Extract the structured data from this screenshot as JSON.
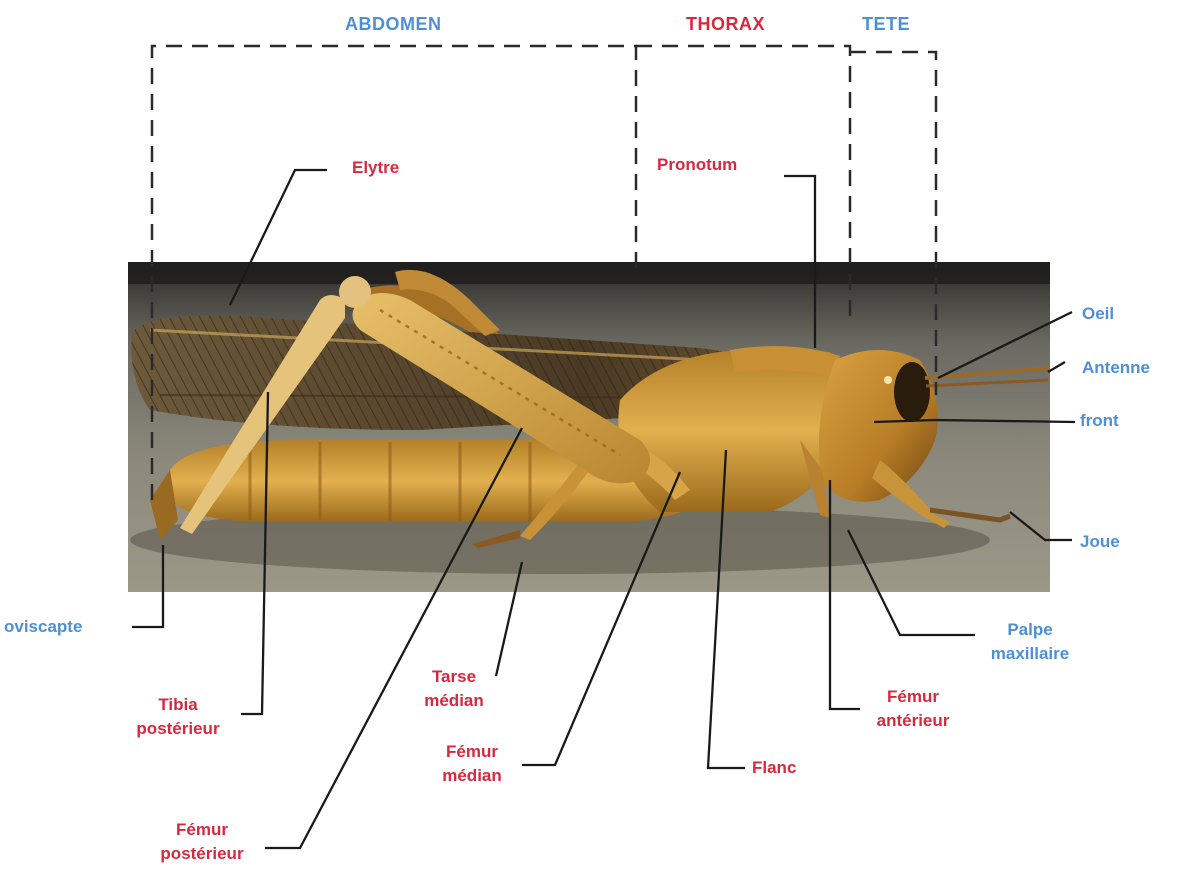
{
  "regions": {
    "abdomen": "ABDOMEN",
    "thorax": "THORAX",
    "head": "TETE"
  },
  "labels": {
    "elytre": "Elytre",
    "pronotum": "Pronotum",
    "oeil": "Oeil",
    "antenne": "Antenne",
    "front": "front",
    "joue": "Joue",
    "oviscapte": "oviscapte",
    "palpe_1": "Palpe",
    "palpe_2": "maxillaire",
    "femur_ant_1": "Fémur",
    "femur_ant_2": "antérieur",
    "flanc": "Flanc",
    "tarse_1": "Tarse",
    "tarse_2": "médian",
    "femur_med_1": "Fémur",
    "femur_med_2": "médian",
    "tibia_1": "Tibia",
    "tibia_2": "postérieur",
    "femur_post_1": "Fémur",
    "femur_post_2": "postérieur"
  },
  "colors": {
    "label_red": "#d8283e",
    "label_blue": "#4f8fd6",
    "leader_line": "#1a1a1a",
    "photo_ground": "#8f8c7e",
    "insect_body": "#c98f2c"
  },
  "photo": {
    "subject": "grasshopper-photo"
  }
}
